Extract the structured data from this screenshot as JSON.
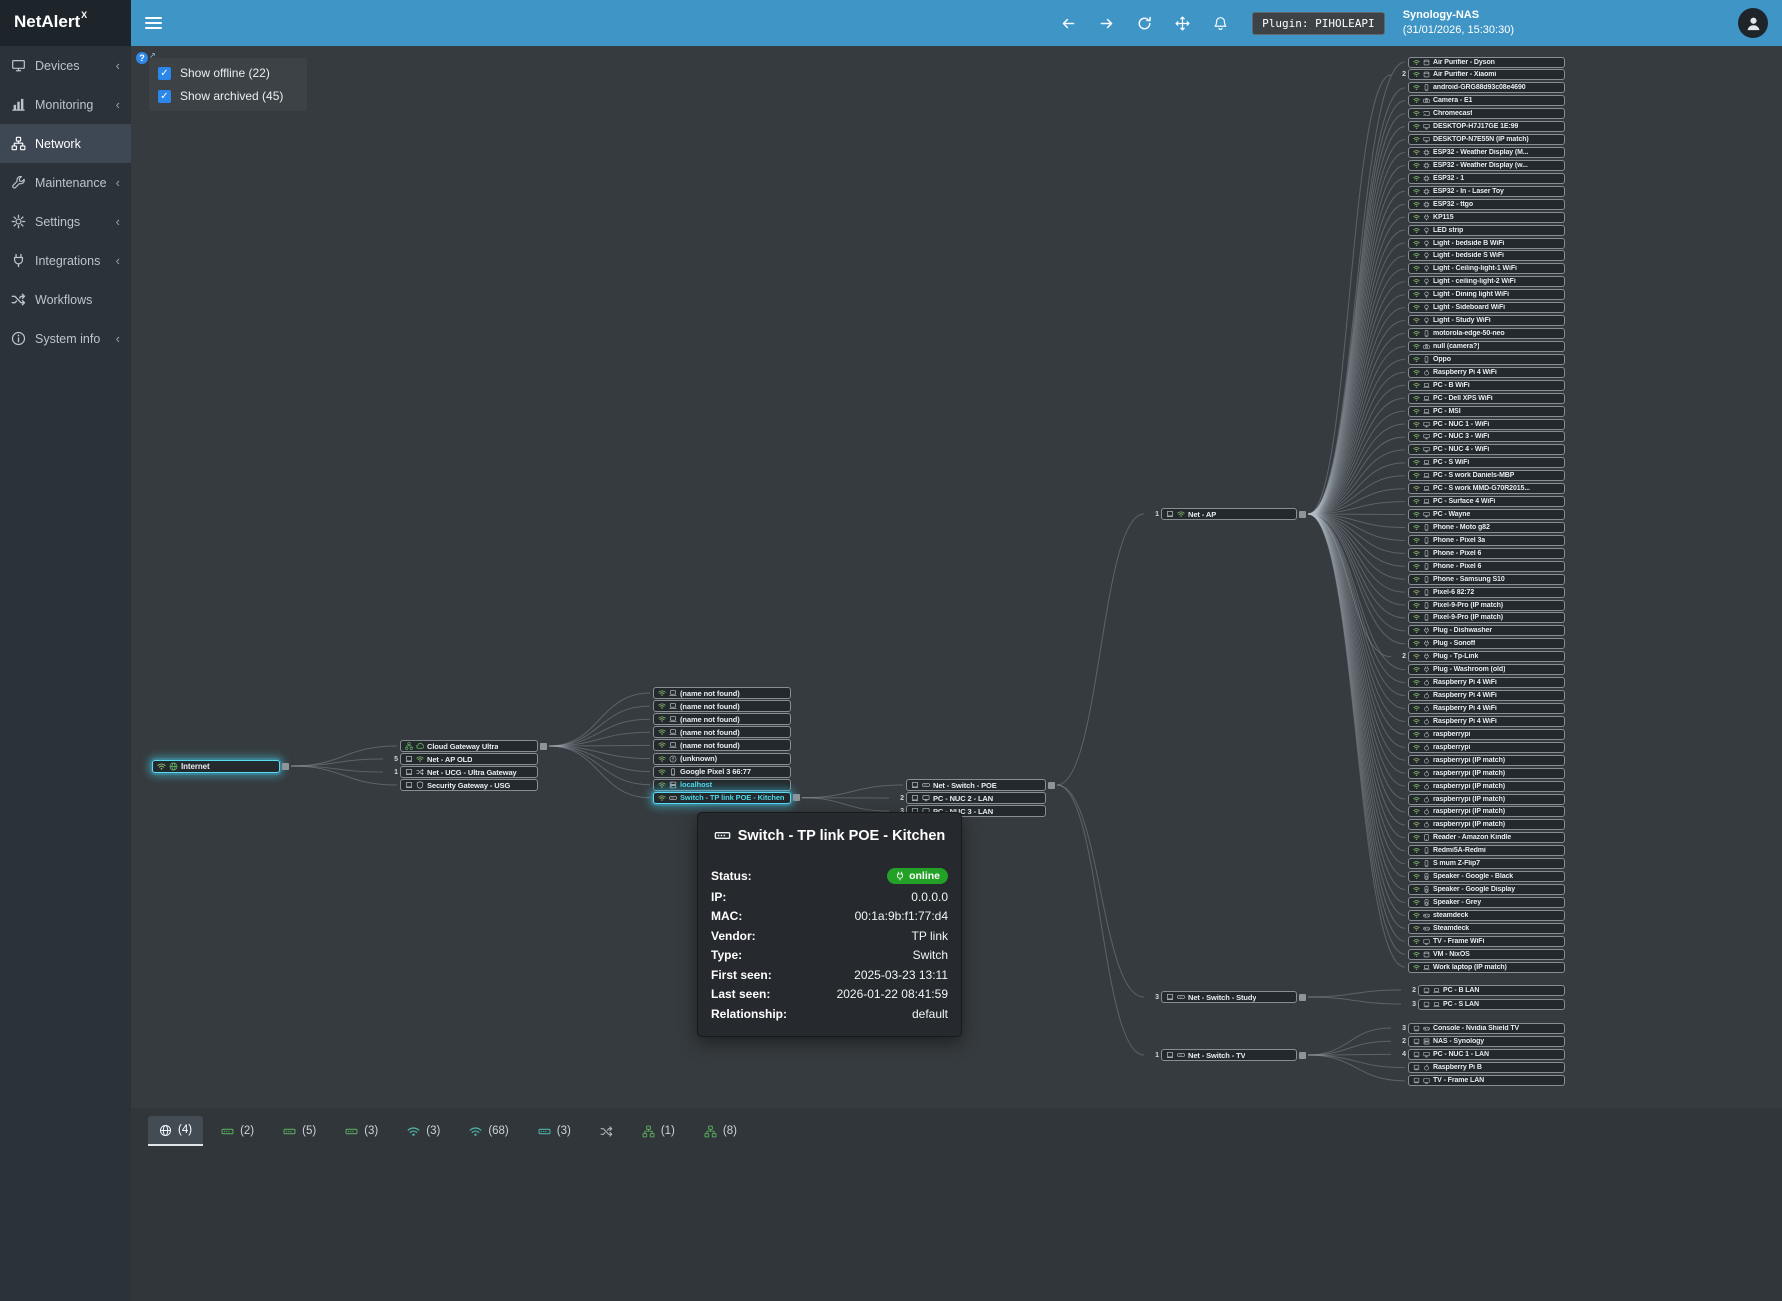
{
  "colors": {
    "wifi": "#8fbf6f",
    "icon": "#c3cdd2",
    "green": "#6abf69",
    "teal": "#4fd8e8",
    "edge": "#b6c0c9",
    "status_green": "#23a127"
  },
  "topbar": {
    "brand": "NetAlert",
    "brand_sup": "X",
    "plugin_badge": "Plugin: PIHOLEAPI",
    "host": "Synology-NAS",
    "datetime": "(31/01/2026, 15:30:30)",
    "actions": [
      {
        "icon": "arrowL",
        "name": "back-button"
      },
      {
        "icon": "arrowR",
        "name": "forward-button"
      },
      {
        "icon": "refresh",
        "name": "refresh-button"
      },
      {
        "icon": "move",
        "name": "pan-button"
      },
      {
        "icon": "bell",
        "name": "notifications-button"
      }
    ]
  },
  "sidebar": {
    "items": [
      {
        "label": "Devices",
        "icon": "desktop",
        "chevron": true
      },
      {
        "label": "Monitoring",
        "icon": "chart",
        "chevron": true
      },
      {
        "label": "Network",
        "icon": "hub",
        "active": true
      },
      {
        "label": "Maintenance",
        "icon": "wrench",
        "chevron": true
      },
      {
        "label": "Settings",
        "icon": "gear",
        "chevron": true
      },
      {
        "label": "Integrations",
        "icon": "plug",
        "chevron": true
      },
      {
        "label": "Workflows",
        "icon": "shuffle"
      },
      {
        "label": "System info",
        "icon": "info",
        "chevron": true
      }
    ]
  },
  "filters": {
    "help_glyph": "?",
    "ext_glyph": "↗",
    "offline": "Show offline (22)",
    "archived": "Show archived (45)"
  },
  "tooltip": {
    "title": "Switch - TP link POE - Kitchen",
    "rows": [
      {
        "label": "Status:",
        "value": "online",
        "type": "status"
      },
      {
        "label": "IP:",
        "value": "0.0.0.0"
      },
      {
        "label": "MAC:",
        "value": "00:1a:9b:f1:77:d4"
      },
      {
        "label": "Vendor:",
        "value": "TP link"
      },
      {
        "label": "Type:",
        "value": "Switch"
      },
      {
        "label": "First seen:",
        "value": "2025-03-23 13:11"
      },
      {
        "label": "Last seen:",
        "value": "2026-01-22 08:41:59"
      },
      {
        "label": "Relationship:",
        "value": "default"
      }
    ]
  },
  "graph": {
    "internet": {
      "label": "Internet",
      "conn": "wifi",
      "ic": "globe",
      "sq": true,
      "glow": true
    },
    "gateways": [
      {
        "label": "Cloud Gateway Ultra",
        "conn": "hub",
        "ic": "cloud",
        "sq": true
      },
      {
        "label": "Net - AP OLD",
        "conn": "eth",
        "ic": "wifi",
        "count": "5"
      },
      {
        "label": "Net - UCG - Ultra Gateway",
        "conn": "eth",
        "ic": "shuffle",
        "count": "1"
      },
      {
        "label": "Security Gateway - USG",
        "conn": "eth",
        "ic": "shield"
      }
    ],
    "mid": [
      {
        "label": "(name not found)",
        "ic": "laptop"
      },
      {
        "label": "(name not found)",
        "ic": "laptop"
      },
      {
        "label": "(name not found)",
        "ic": "laptop"
      },
      {
        "label": "(name not found)",
        "ic": "laptop"
      },
      {
        "label": "(name not found)",
        "ic": "laptop"
      },
      {
        "label": "(unknown)",
        "ic": "question"
      },
      {
        "label": "Google Pixel 3 66:77",
        "ic": "phone"
      },
      {
        "label": "localhost",
        "ic": "server",
        "lc": "#4fd8e8"
      },
      {
        "label": "Switch - TP link POE - Kitchen",
        "ic": "switch",
        "lc": "#4fd8e8",
        "glow": true,
        "sq": true
      }
    ],
    "poe": [
      {
        "label": "Net - Switch - POE",
        "conn": "eth",
        "ic": "switch",
        "sq": true
      },
      {
        "label": "PC - NUC 2 - LAN",
        "conn": "eth",
        "ic": "desktop",
        "count": "2"
      },
      {
        "label": "PC - NUC 3 - LAN",
        "conn": "eth",
        "ic": "desktop",
        "count": "3"
      }
    ],
    "ap": {
      "label": "Net - AP",
      "conn": "eth",
      "ic": "wifi",
      "count": "1",
      "sq": true
    },
    "study": {
      "label": "Net - Switch - Study",
      "conn": "eth",
      "ic": "switch",
      "count": "3",
      "sq": true
    },
    "tv": {
      "label": "Net - Switch - TV",
      "conn": "eth",
      "ic": "switch",
      "count": "1",
      "sq": true
    },
    "ap_children": [
      {
        "label": "Air Purifier - Dyson",
        "ic": "box"
      },
      {
        "label": "Air Purifier - Xiaomi",
        "ic": "box",
        "count": "2"
      },
      {
        "label": "android-GRG88d93c08e4690",
        "ic": "phone"
      },
      {
        "label": "Camera - E1",
        "ic": "camera"
      },
      {
        "label": "Chromecast",
        "ic": "cast"
      },
      {
        "label": "DESKTOP-H7J17GE 1E:99",
        "ic": "desktop"
      },
      {
        "label": "DESKTOP-N7E55N (IP match)",
        "ic": "desktop"
      },
      {
        "label": "ESP32 - Weather Display (M...",
        "ic": "chip"
      },
      {
        "label": "ESP32 - Weather Display (w...",
        "ic": "chip"
      },
      {
        "label": "ESP32 - 1",
        "ic": "chip"
      },
      {
        "label": "ESP32 - In - Laser Toy",
        "ic": "chip"
      },
      {
        "label": "ESP32 - ttgo",
        "ic": "chip"
      },
      {
        "label": "KP115",
        "ic": "plug"
      },
      {
        "label": "LED strip",
        "ic": "bulb"
      },
      {
        "label": "Light - bedside B WiFi",
        "ic": "bulb"
      },
      {
        "label": "Light - bedside S WiFi",
        "ic": "bulb"
      },
      {
        "label": "Light - Ceiling-light-1 WiFi",
        "ic": "bulb"
      },
      {
        "label": "Light - ceiling-light-2 WiFi",
        "ic": "bulb"
      },
      {
        "label": "Light - Dining light WiFi",
        "ic": "bulb"
      },
      {
        "label": "Light - Sideboard WiFi",
        "ic": "bulb"
      },
      {
        "label": "Light - Study WiFi",
        "ic": "bulb"
      },
      {
        "label": "motorola-edge-50-neo",
        "ic": "phone"
      },
      {
        "label": "null (camera?)",
        "ic": "camera"
      },
      {
        "label": "Oppo",
        "ic": "phone"
      },
      {
        "label": "Raspberry Pi 4 WiFi",
        "ic": "pi"
      },
      {
        "label": "PC - B WiFi",
        "ic": "laptop"
      },
      {
        "label": "PC - Dell XPS WiFi",
        "ic": "laptop"
      },
      {
        "label": "PC - MSI",
        "ic": "laptop"
      },
      {
        "label": "PC - NUC 1 - WiFi",
        "ic": "desktop"
      },
      {
        "label": "PC - NUC 3 - WiFi",
        "ic": "desktop"
      },
      {
        "label": "PC - NUC 4 - WiFi",
        "ic": "desktop"
      },
      {
        "label": "PC - S WiFi",
        "ic": "laptop"
      },
      {
        "label": "PC - S work Daniels-MBP",
        "ic": "laptop"
      },
      {
        "label": "PC - S work MMD-G70R2015...",
        "ic": "laptop"
      },
      {
        "label": "PC - Surface 4 WiFi",
        "ic": "laptop"
      },
      {
        "label": "PC - Wayne",
        "ic": "desktop"
      },
      {
        "label": "Phone - Moto g82",
        "ic": "phone"
      },
      {
        "label": "Phone - Pixel 3a",
        "ic": "phone"
      },
      {
        "label": "Phone - Pixel 6",
        "ic": "phone"
      },
      {
        "label": "Phone - Pixel 6",
        "ic": "phone"
      },
      {
        "label": "Phone - Samsung S10",
        "ic": "phone"
      },
      {
        "label": "Pixel-6 82:72",
        "ic": "phone"
      },
      {
        "label": "Pixel-9-Pro (IP match)",
        "ic": "phone"
      },
      {
        "label": "Pixel-9-Pro (IP match)",
        "ic": "phone"
      },
      {
        "label": "Plug - Dishwasher",
        "ic": "plug"
      },
      {
        "label": "Plug - Sonoff",
        "ic": "plug"
      },
      {
        "label": "Plug - Tp-Link",
        "ic": "plug",
        "count": "2"
      },
      {
        "label": "Plug - Washroom (old)",
        "ic": "plug"
      },
      {
        "label": "Raspberry Pi 4 WiFi",
        "ic": "pi"
      },
      {
        "label": "Raspberry Pi 4 WiFi",
        "ic": "pi"
      },
      {
        "label": "Raspberry Pi 4 WiFi",
        "ic": "pi"
      },
      {
        "label": "Raspberry Pi 4 WiFi",
        "ic": "pi"
      },
      {
        "label": "raspberrypi",
        "ic": "pi"
      },
      {
        "label": "raspberrypi",
        "ic": "pi"
      },
      {
        "label": "raspberrypi (IP match)",
        "ic": "pi"
      },
      {
        "label": "raspberrypi (IP match)",
        "ic": "pi"
      },
      {
        "label": "raspberrypi (IP match)",
        "ic": "pi"
      },
      {
        "label": "raspberrypi (IP match)",
        "ic": "pi"
      },
      {
        "label": "raspberrypi (IP match)",
        "ic": "pi"
      },
      {
        "label": "raspberrypi (IP match)",
        "ic": "pi"
      },
      {
        "label": "Reader - Amazon Kindle",
        "ic": "tablet"
      },
      {
        "label": "Redmi5A-Redmi",
        "ic": "phone"
      },
      {
        "label": "S mum Z-Flip7",
        "ic": "phone"
      },
      {
        "label": "Speaker - Google - Black",
        "ic": "speaker"
      },
      {
        "label": "Speaker - Google Display",
        "ic": "speaker"
      },
      {
        "label": "Speaker - Grey",
        "ic": "speaker"
      },
      {
        "label": "steamdeck",
        "ic": "game"
      },
      {
        "label": "Steamdeck",
        "ic": "game"
      },
      {
        "label": "TV - Frame WiFi",
        "ic": "tv"
      },
      {
        "label": "VM - NixOS",
        "ic": "box"
      },
      {
        "label": "Work laptop (IP match)",
        "ic": "laptop"
      }
    ],
    "study_children": [
      {
        "label": "PC - B LAN",
        "ic": "laptop",
        "count": "2"
      },
      {
        "label": "PC - S LAN",
        "ic": "laptop",
        "count": "3"
      }
    ],
    "tv_children": [
      {
        "label": "Console - Nvidia Shield TV",
        "ic": "game",
        "count": "3"
      },
      {
        "label": "NAS - Synology",
        "ic": "server",
        "count": "2"
      },
      {
        "label": "PC - NUC 1 - LAN",
        "ic": "desktop",
        "count": "4"
      },
      {
        "label": "Raspberry Pi B",
        "ic": "pi"
      },
      {
        "label": "TV - Frame LAN",
        "ic": "tv"
      }
    ]
  },
  "tabs": [
    {
      "icon": "globe",
      "count": "(4)",
      "color": "#f2f6f8",
      "active": true
    },
    {
      "icon": "switch",
      "count": "(2)",
      "color": "#5aa85c"
    },
    {
      "icon": "switch",
      "count": "(5)",
      "color": "#5aa85c"
    },
    {
      "icon": "switch",
      "count": "(3)",
      "color": "#5aa85c"
    },
    {
      "icon": "wifi",
      "count": "(3)",
      "color": "#4fb0a5"
    },
    {
      "icon": "wifi",
      "count": "(68)",
      "color": "#4fb0a5"
    },
    {
      "icon": "switch",
      "count": "(3)",
      "color": "#4fb0a5"
    },
    {
      "icon": "shuffle",
      "count": "",
      "color": "#aab4ba"
    },
    {
      "icon": "hub",
      "count": "(1)",
      "color": "#5aa85c"
    },
    {
      "icon": "hub",
      "count": "(8)",
      "color": "#5aa85c"
    }
  ]
}
